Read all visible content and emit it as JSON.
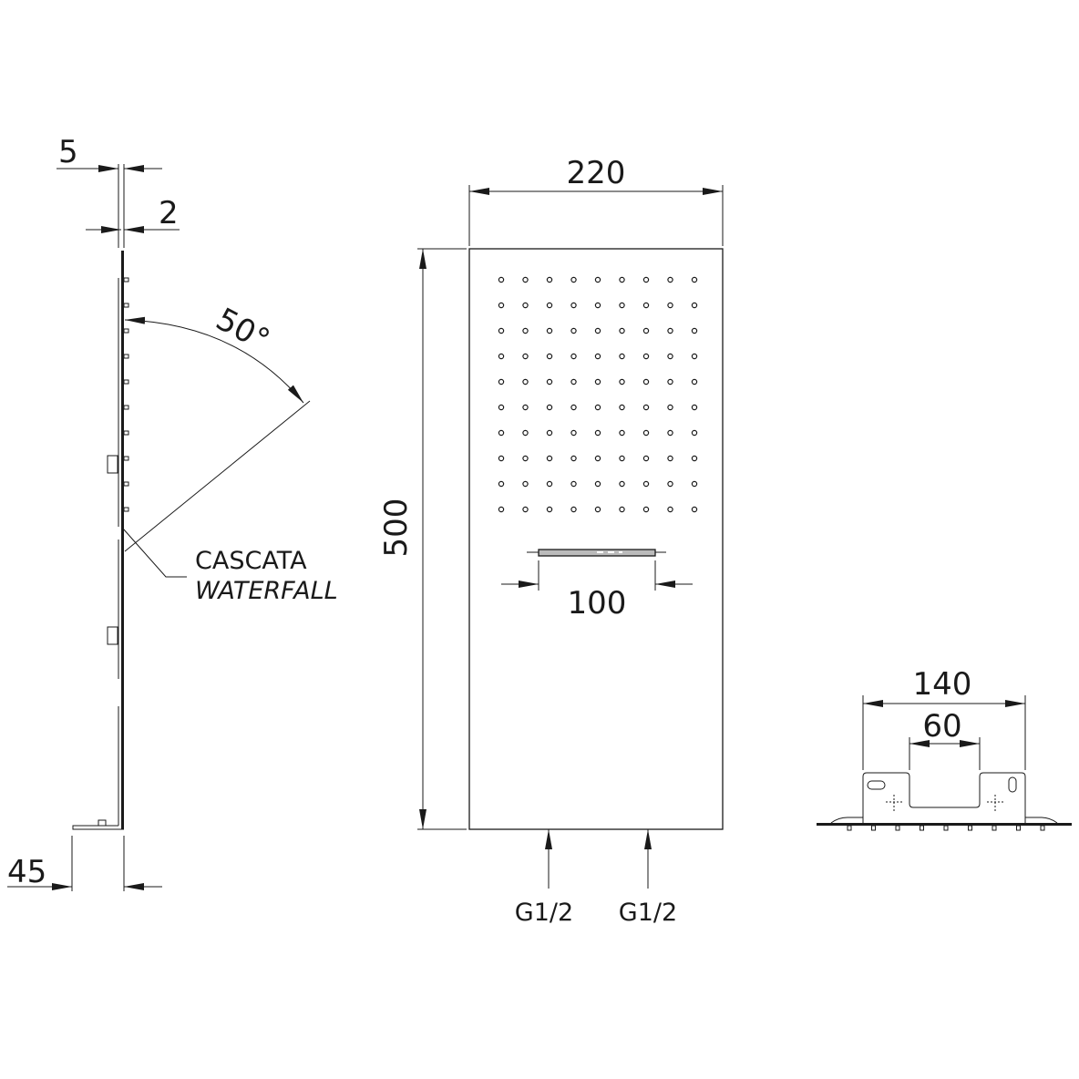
{
  "side_view": {
    "dim_total_thickness": "5",
    "dim_plate_thickness": "2",
    "dim_angle": "50°",
    "dim_bracket_depth": "45",
    "label_line1": "CASCATA",
    "label_line2": "WATERFALL"
  },
  "front_view": {
    "dim_width": "220",
    "dim_height": "500",
    "dim_slot_width": "100",
    "inlet_left": "G1/2",
    "inlet_right": "G1/2",
    "nozzle_grid": {
      "columns": 9,
      "rows": 10
    }
  },
  "bracket_view": {
    "dim_outer_width": "140",
    "dim_inner_width": "60"
  },
  "colors": {
    "line": "#1a1a1a",
    "background": "#ffffff"
  }
}
